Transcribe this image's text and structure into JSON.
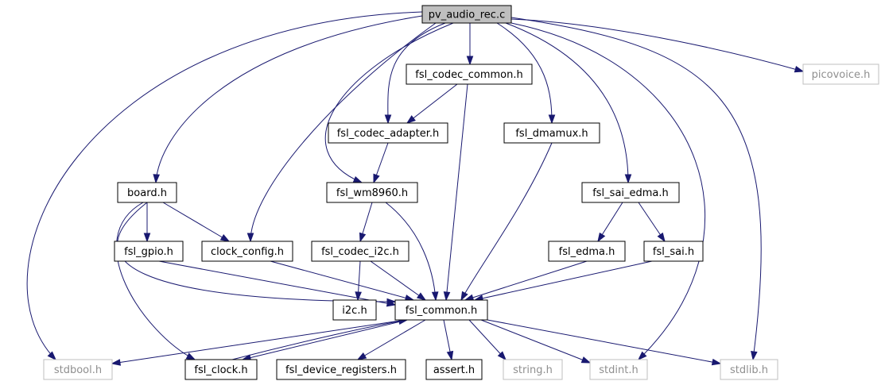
{
  "diagram": {
    "nodes": {
      "root": "pv_audio_rec.c",
      "fsl_codec_common": "fsl_codec_common.h",
      "picovoice": "picovoice.h",
      "fsl_codec_adapter": "fsl_codec_adapter.h",
      "fsl_dmamux": "fsl_dmamux.h",
      "board": "board.h",
      "fsl_wm8960": "fsl_wm8960.h",
      "fsl_sai_edma": "fsl_sai_edma.h",
      "fsl_gpio": "fsl_gpio.h",
      "clock_config": "clock_config.h",
      "fsl_codec_i2c": "fsl_codec_i2c.h",
      "fsl_edma": "fsl_edma.h",
      "fsl_sai": "fsl_sai.h",
      "i2c": "i2c.h",
      "fsl_common": "fsl_common.h",
      "stdbool": "stdbool.h",
      "fsl_clock": "fsl_clock.h",
      "fsl_device_registers": "fsl_device_registers.h",
      "assert": "assert.h",
      "string": "string.h",
      "stdint": "stdint.h",
      "stdlib": "stdlib.h"
    },
    "external_nodes": [
      "picovoice",
      "stdbool",
      "string",
      "stdint",
      "stdlib"
    ],
    "edges": [
      [
        "root",
        "fsl_codec_common"
      ],
      [
        "root",
        "picovoice"
      ],
      [
        "root",
        "fsl_codec_adapter"
      ],
      [
        "root",
        "fsl_dmamux"
      ],
      [
        "root",
        "board"
      ],
      [
        "root",
        "fsl_wm8960"
      ],
      [
        "root",
        "fsl_sai_edma"
      ],
      [
        "root",
        "clock_config"
      ],
      [
        "root",
        "stdbool"
      ],
      [
        "root",
        "stdint"
      ],
      [
        "root",
        "stdlib"
      ],
      [
        "fsl_codec_common",
        "fsl_codec_adapter"
      ],
      [
        "fsl_codec_common",
        "fsl_common"
      ],
      [
        "fsl_codec_adapter",
        "fsl_wm8960"
      ],
      [
        "fsl_dmamux",
        "fsl_common"
      ],
      [
        "board",
        "fsl_gpio"
      ],
      [
        "board",
        "clock_config"
      ],
      [
        "board",
        "fsl_common"
      ],
      [
        "board",
        "fsl_clock"
      ],
      [
        "fsl_wm8960",
        "fsl_codec_i2c"
      ],
      [
        "fsl_wm8960",
        "fsl_common"
      ],
      [
        "fsl_sai_edma",
        "fsl_edma"
      ],
      [
        "fsl_sai_edma",
        "fsl_sai"
      ],
      [
        "fsl_gpio",
        "fsl_common"
      ],
      [
        "clock_config",
        "fsl_common"
      ],
      [
        "fsl_codec_i2c",
        "i2c"
      ],
      [
        "fsl_codec_i2c",
        "fsl_common"
      ],
      [
        "fsl_edma",
        "fsl_common"
      ],
      [
        "fsl_sai",
        "fsl_common"
      ],
      [
        "fsl_common",
        "stdbool"
      ],
      [
        "fsl_common",
        "fsl_clock"
      ],
      [
        "fsl_common",
        "fsl_device_registers"
      ],
      [
        "fsl_common",
        "assert"
      ],
      [
        "fsl_common",
        "string"
      ],
      [
        "fsl_common",
        "stdint"
      ],
      [
        "fsl_common",
        "stdlib"
      ],
      [
        "fsl_clock",
        "fsl_common"
      ]
    ]
  },
  "colors": {
    "edge": "#191970",
    "root_fill": "#bfbfbf",
    "external_border": "#bfbfbf",
    "external_text": "#8f8f8f"
  }
}
